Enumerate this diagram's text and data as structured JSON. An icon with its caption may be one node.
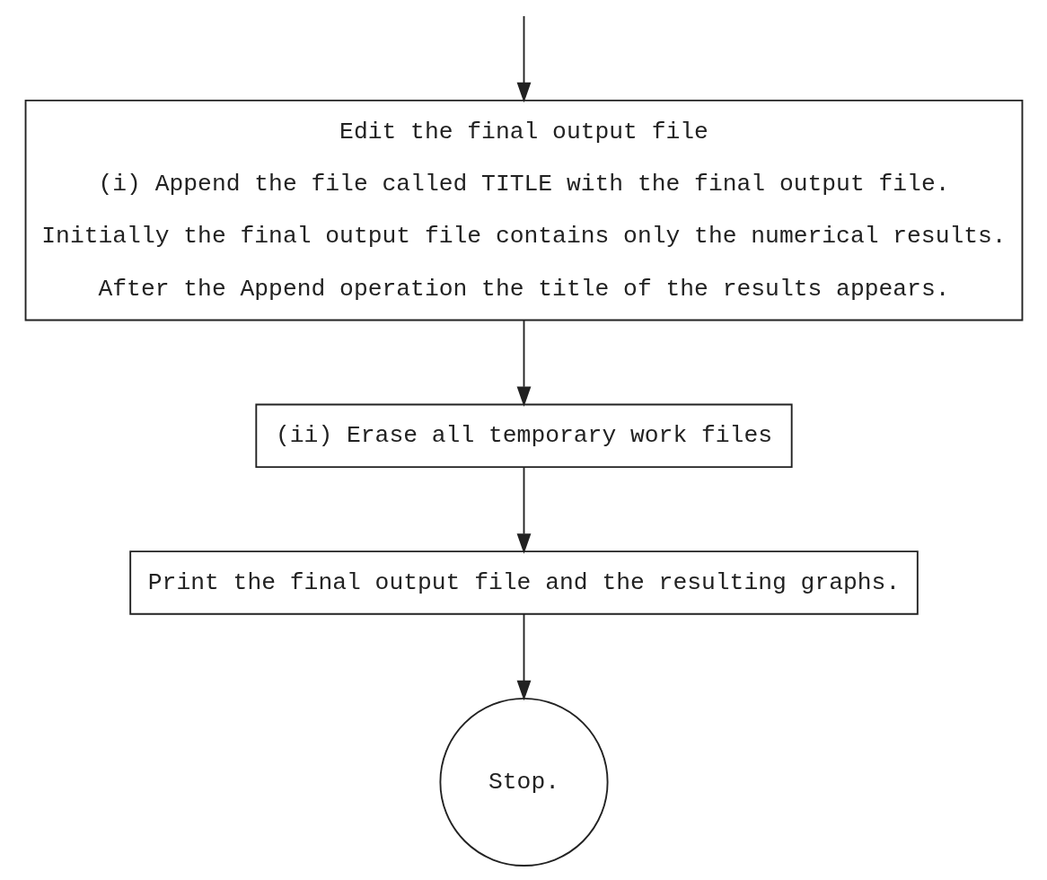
{
  "diagram": {
    "nodes": [
      {
        "text": [
          "Edit the final output file",
          "(i) Append the file called TITLE with the final output file.",
          "Initially the final output file contains only the numerical results.",
          "After the Append operation the title of the results appears."
        ]
      },
      {
        "text": [
          "(ii) Erase all temporary work files"
        ]
      },
      {
        "text": [
          "Print the final output file and the resulting graphs."
        ]
      },
      {
        "text": [
          "Stop."
        ]
      }
    ],
    "edges": [
      {
        "from": null,
        "to": 0,
        "arrow": "to"
      },
      {
        "from": 0,
        "to": 1,
        "arrow": "to"
      },
      {
        "from": 1,
        "to": 2,
        "arrow": "to"
      },
      {
        "from": 2,
        "to": 3,
        "arrow": "to"
      }
    ]
  }
}
